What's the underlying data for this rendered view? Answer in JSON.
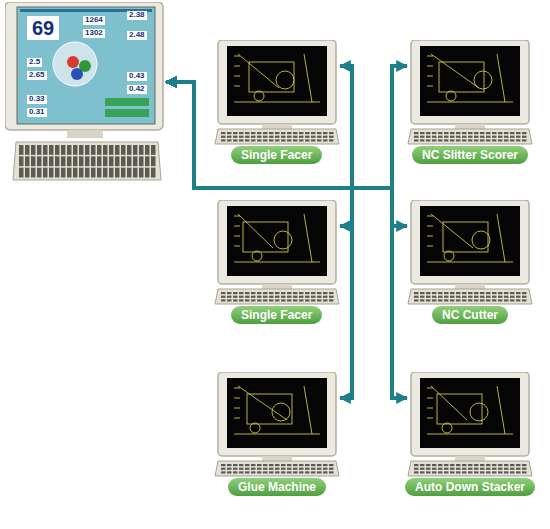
{
  "diagram": {
    "nodes": [
      {
        "text": [
          "69",
          "1264",
          "1302",
          "2.38",
          "2.48",
          "2.5",
          "2.65",
          "0.43",
          "0.42",
          "0.33",
          "0.31"
        ]
      },
      {
        "text": [
          "Single Facer"
        ]
      },
      {
        "text": [
          "NC Slitter Scorer"
        ]
      },
      {
        "text": [
          "Single Facer"
        ]
      },
      {
        "text": [
          "NC Cutter"
        ]
      },
      {
        "text": [
          "Glue Machine"
        ]
      },
      {
        "text": [
          "Auto Down Stacker"
        ]
      }
    ],
    "edges": [
      {
        "from": 0,
        "to": 1,
        "arrow": "both"
      },
      {
        "from": 0,
        "to": 2,
        "arrow": "both"
      },
      {
        "from": 0,
        "to": 3,
        "arrow": "both"
      },
      {
        "from": 0,
        "to": 4,
        "arrow": "both"
      },
      {
        "from": 0,
        "to": 5,
        "arrow": "both"
      },
      {
        "from": 0,
        "to": 6,
        "arrow": "both"
      }
    ]
  }
}
